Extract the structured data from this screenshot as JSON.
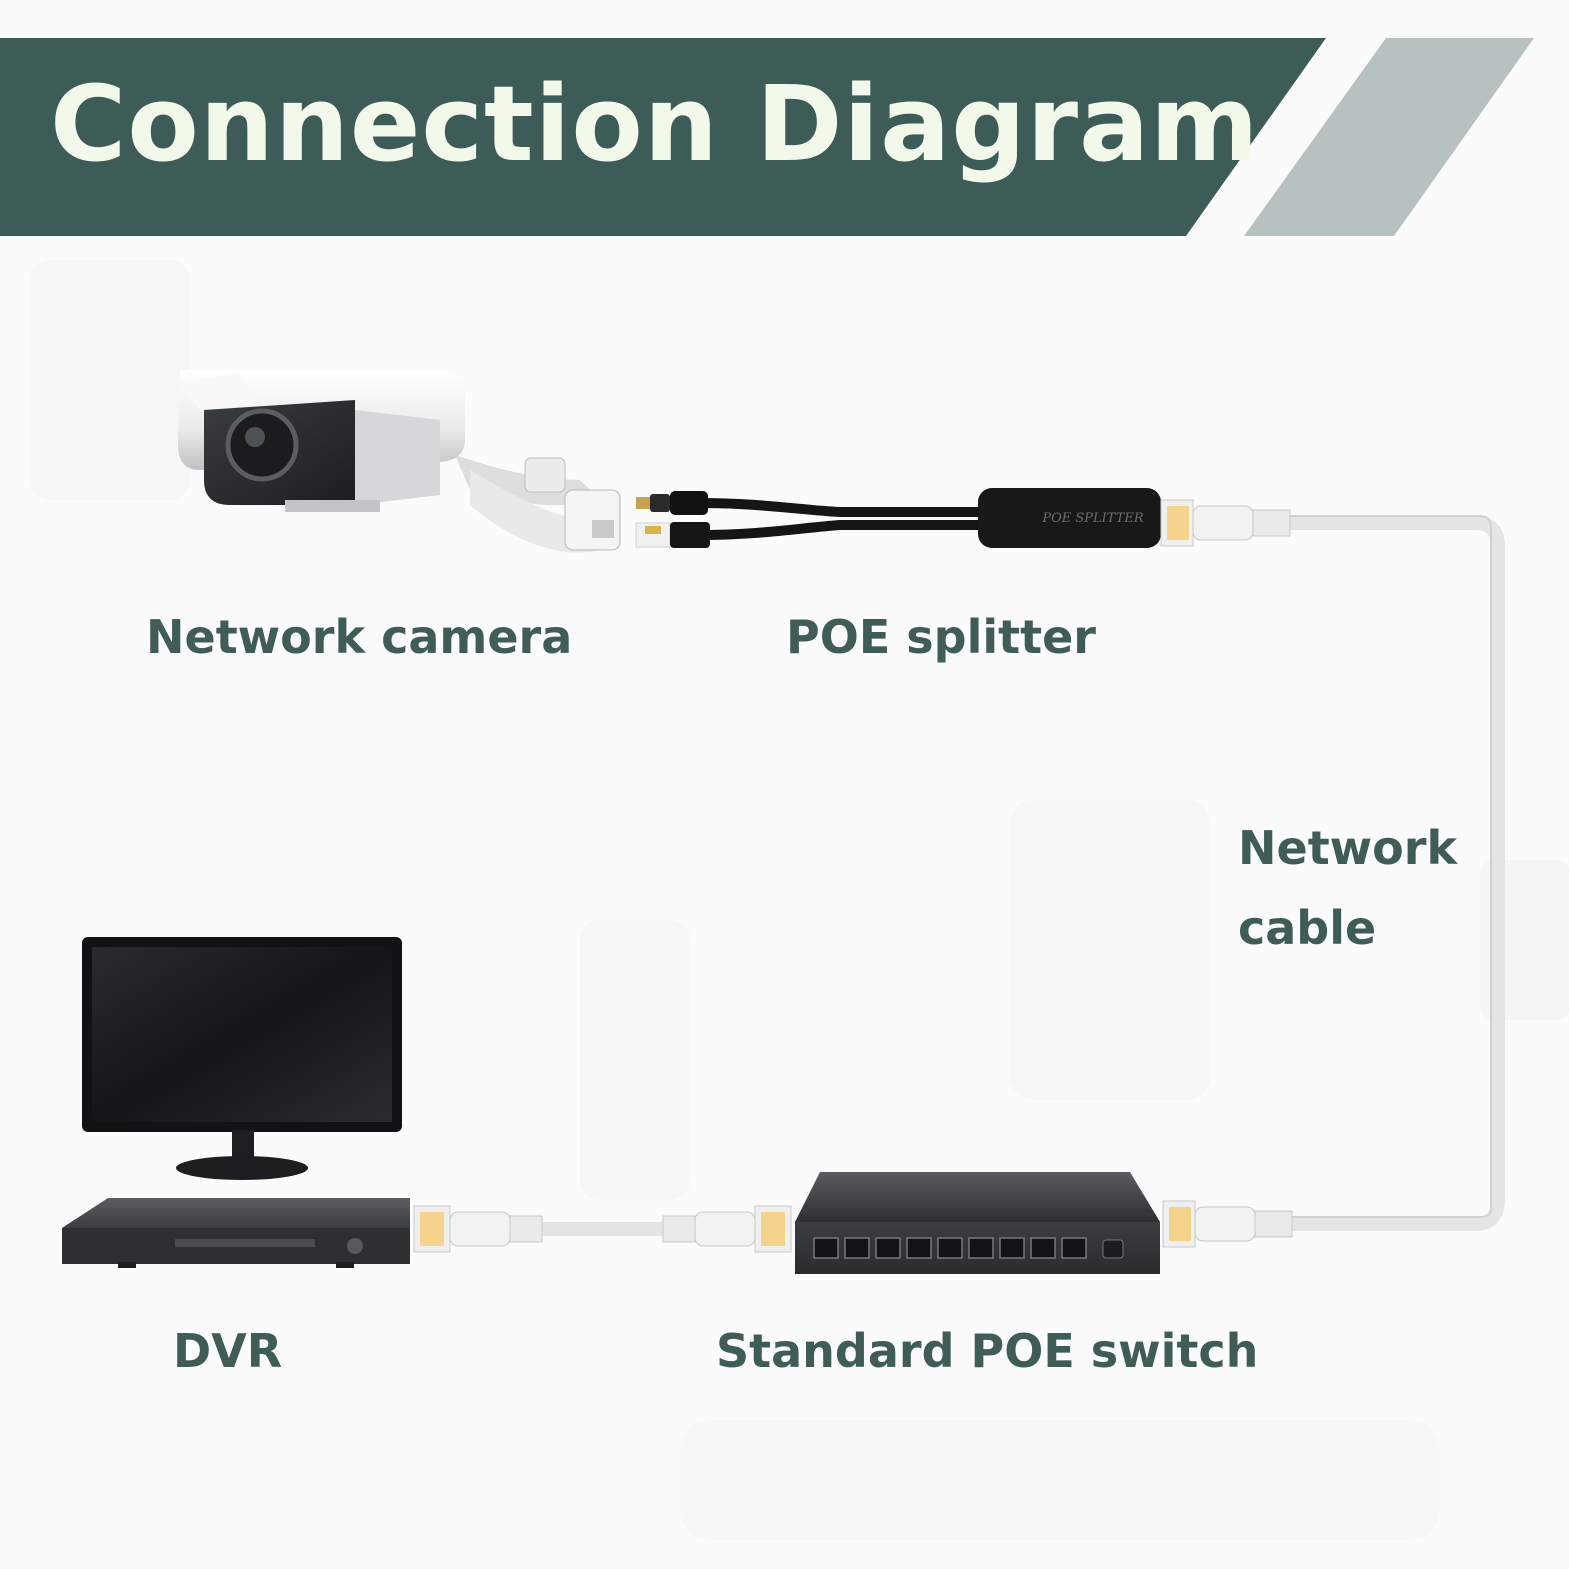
{
  "title": "Connection Diagram",
  "labels": {
    "network_camera": "Network camera",
    "poe_splitter": "POE splitter",
    "network_cable": "Network cable",
    "dvr": "DVR",
    "poe_switch": "Standard POE switch"
  },
  "device_markings": {
    "splitter_text": "POE SPLITTER"
  },
  "colors": {
    "banner": "#3d5c58",
    "banner_stripe": "#b7c1bf",
    "title_text": "#f2f8ea",
    "label_text": "#3f5c57",
    "cable": "#e6e8e8"
  }
}
